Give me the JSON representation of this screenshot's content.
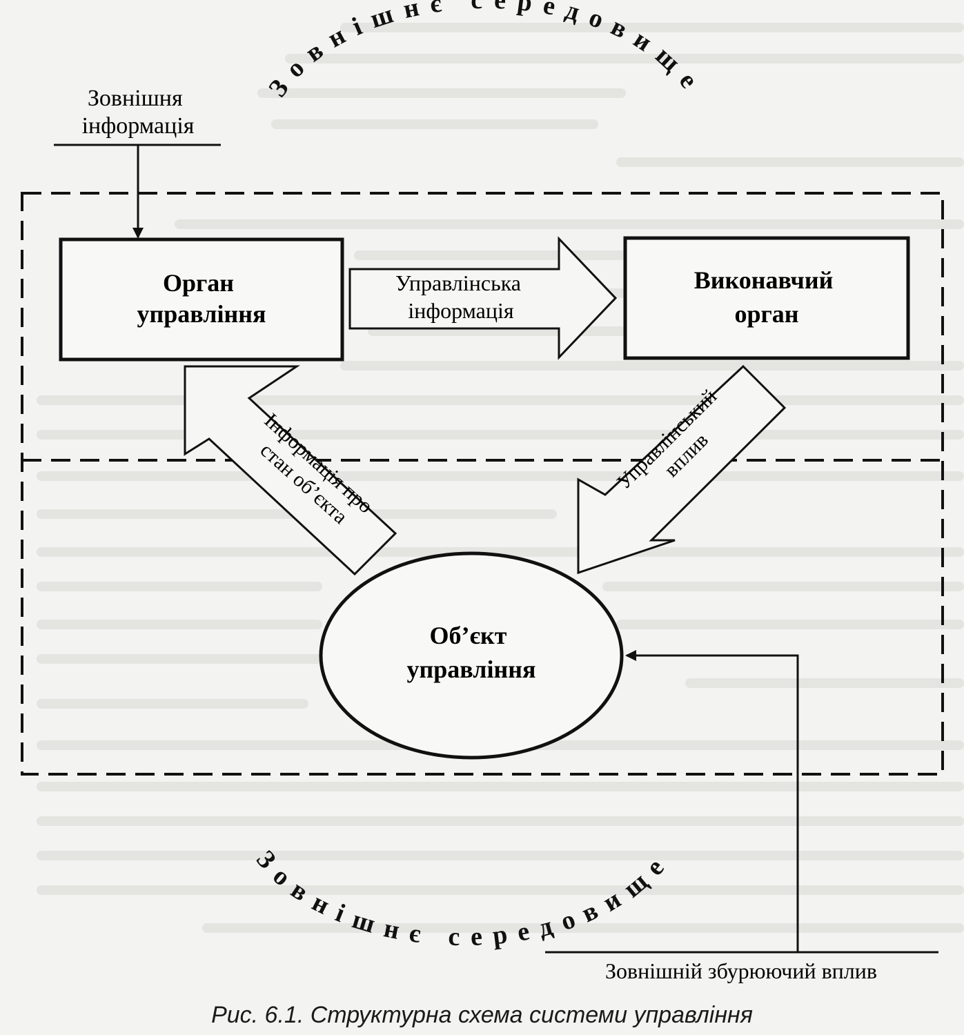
{
  "external_environment_label": "Зовнішнє середовище",
  "external_information": {
    "line1": "Зовнішня",
    "line2": "інформація"
  },
  "control_body": {
    "line1": "Орган",
    "line2": "управління"
  },
  "executive_body": {
    "line1": "Виконавчий",
    "line2": "орган"
  },
  "control_information": {
    "line1": "Управлінська",
    "line2": "інформація"
  },
  "object_state_info": {
    "line1": "Інформація про",
    "line2": "стан об’єкта"
  },
  "control_influence": {
    "line1": "Управлінський",
    "line2": "вплив"
  },
  "control_object": {
    "line1": "Об’єкт",
    "line2": "управління"
  },
  "external_disturbance": "Зовнішній збурюючий вплив",
  "caption": "Рис. 6.1. Структурна схема системи управління"
}
